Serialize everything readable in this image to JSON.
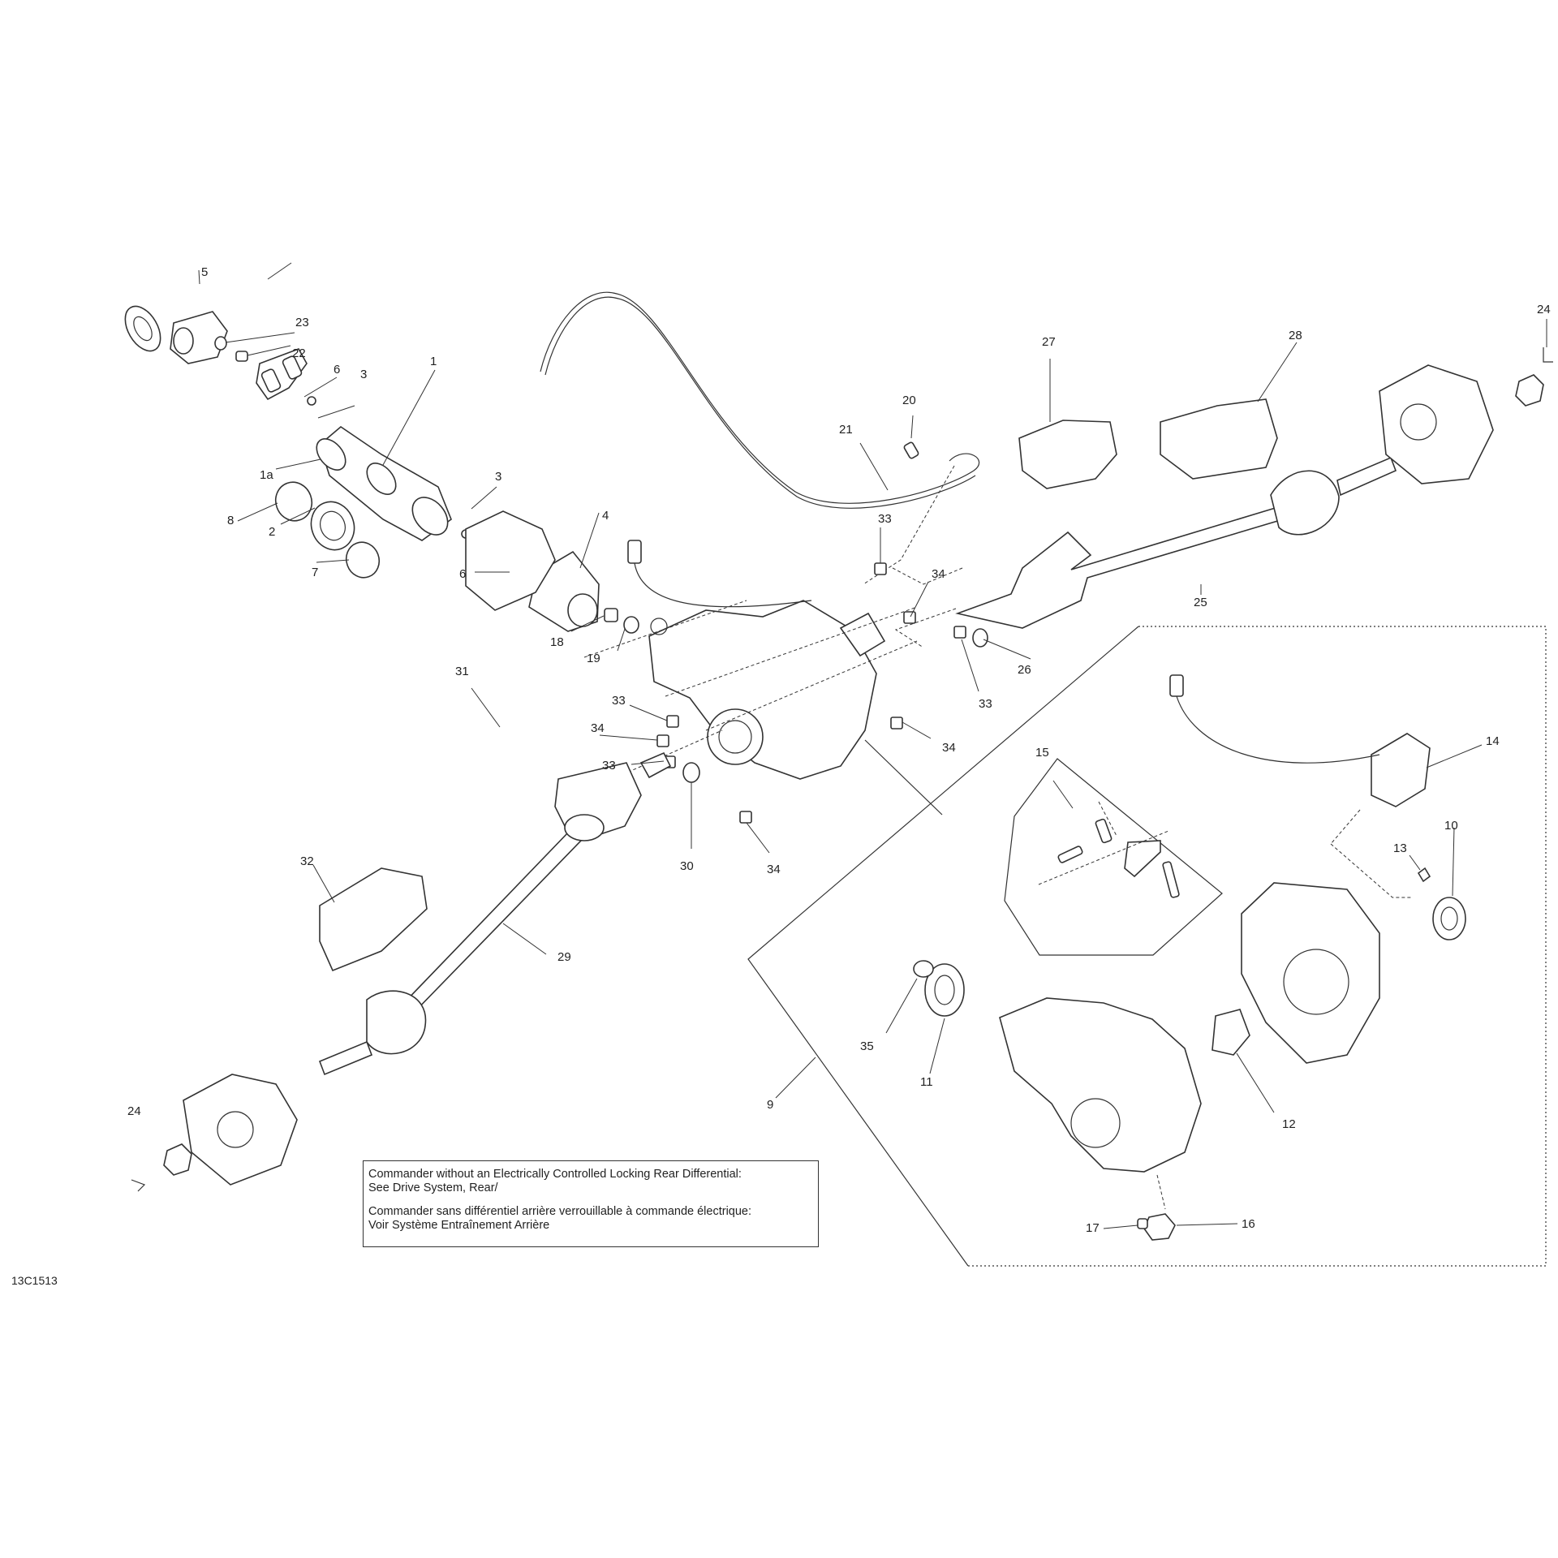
{
  "figure_id": "13C1513",
  "note": {
    "en_line1": "Commander without an Electrically Controlled Locking Rear Differential:",
    "en_line2": "See Drive System, Rear/",
    "fr_line1": "Commander sans différentiel arrière verrouillable à commande électrique:",
    "fr_line2": "Voir Système Entraînement Arrière"
  },
  "callouts": {
    "c1": "1",
    "c1a": "1a",
    "c2": "2",
    "c3a": "3",
    "c3b": "3",
    "c4": "4",
    "c5": "5",
    "c6a": "6",
    "c6b": "6",
    "c7": "7",
    "c8": "8",
    "c9": "9",
    "c10": "10",
    "c11": "11",
    "c12": "12",
    "c13": "13",
    "c14": "14",
    "c15": "15",
    "c16": "16",
    "c17": "17",
    "c18": "18",
    "c19": "19",
    "c20": "20",
    "c21": "21",
    "c22": "22",
    "c23": "23",
    "c24a": "24",
    "c24b": "24",
    "c25": "25",
    "c26": "26",
    "c27": "27",
    "c28": "28",
    "c29": "29",
    "c30": "30",
    "c31": "31",
    "c32": "32",
    "c33a": "33",
    "c33b": "33",
    "c33c": "33",
    "c33d": "33",
    "c34a": "34",
    "c34b": "34",
    "c34c": "34",
    "c34d": "34",
    "c35": "35"
  }
}
